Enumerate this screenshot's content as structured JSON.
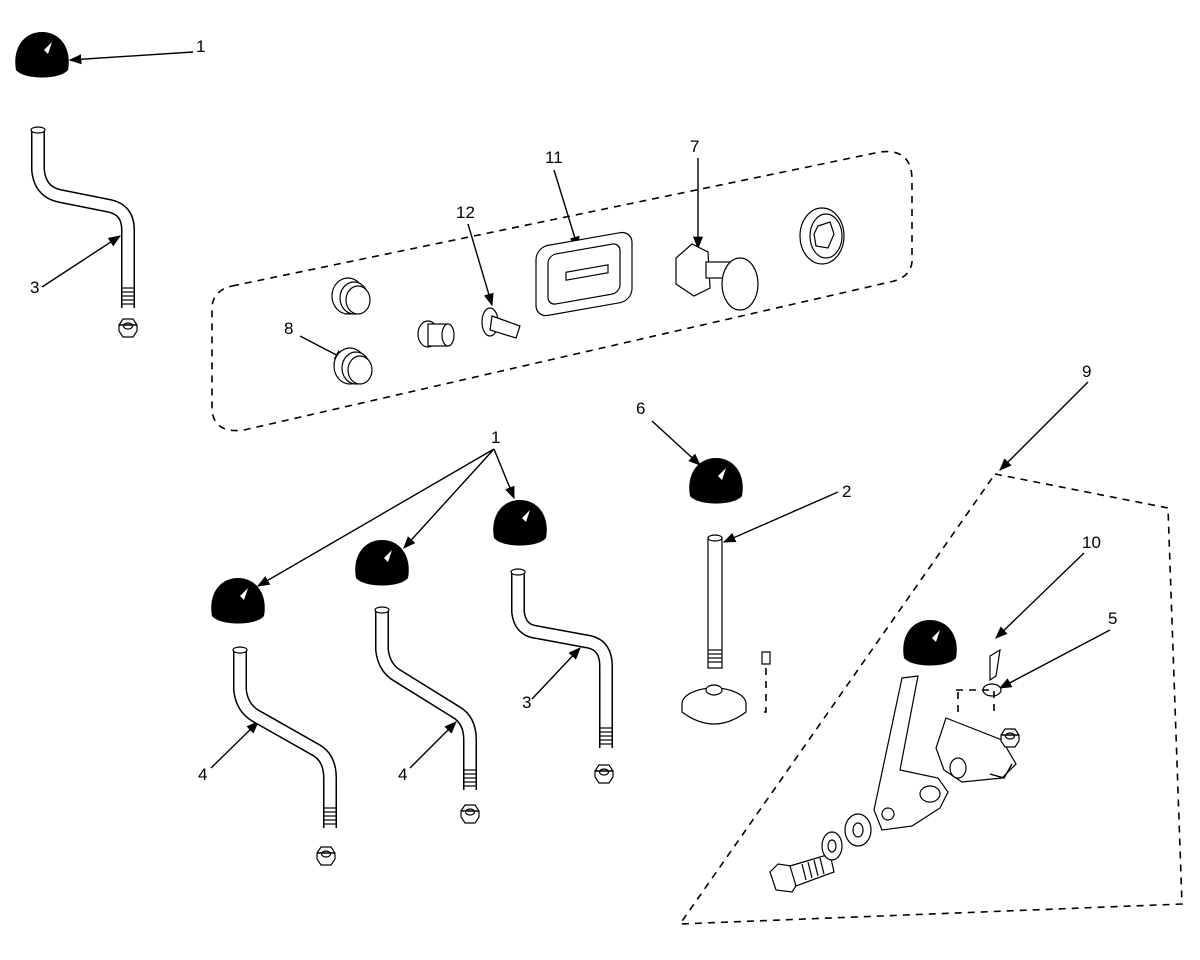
{
  "diagram": {
    "callouts": [
      {
        "id": "c1a",
        "text": "1"
      },
      {
        "id": "c1b",
        "text": "1"
      },
      {
        "id": "c2",
        "text": "2"
      },
      {
        "id": "c3a",
        "text": "3"
      },
      {
        "id": "c3b",
        "text": "3"
      },
      {
        "id": "c4a",
        "text": "4"
      },
      {
        "id": "c4b",
        "text": "4"
      },
      {
        "id": "c5",
        "text": "5"
      },
      {
        "id": "c6",
        "text": "6"
      },
      {
        "id": "c7",
        "text": "7"
      },
      {
        "id": "c8",
        "text": "8"
      },
      {
        "id": "c9",
        "text": "9"
      },
      {
        "id": "c10",
        "text": "10"
      },
      {
        "id": "c11",
        "text": "11"
      },
      {
        "id": "c12",
        "text": "12"
      }
    ]
  }
}
